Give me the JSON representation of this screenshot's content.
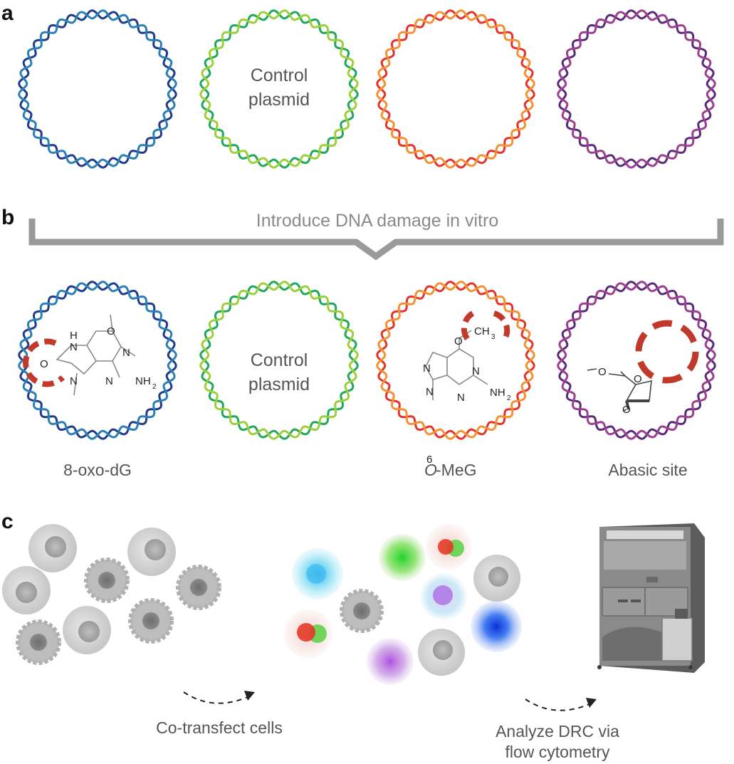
{
  "panels": {
    "a": "a",
    "b": "b",
    "c": "c"
  },
  "colors": {
    "blue": [
      "#1f3b8c",
      "#2a7fb5"
    ],
    "green": [
      "#1fa85a",
      "#9ccf3a"
    ],
    "red": [
      "#e6332a",
      "#f39234"
    ],
    "purple": [
      "#5a2a7a",
      "#9c3f8f"
    ],
    "damage_mark": "#c0392b",
    "bracket": "#9a9a9a"
  },
  "panel_a": {
    "plasmids": [
      {
        "color": "blue",
        "label": ""
      },
      {
        "color": "green",
        "label": "Control\nplasmid"
      },
      {
        "color": "red",
        "label": ""
      },
      {
        "color": "purple",
        "label": ""
      }
    ]
  },
  "panel_b": {
    "banner": "Introduce DNA damage in vitro",
    "control_label": "Control\nplasmid",
    "captions": {
      "oxo": "8-oxo-dG",
      "meg_main": "-MeG",
      "meg_italic": "O",
      "meg_sup": "6",
      "abasic": "Abasic site"
    },
    "oxo_atoms": {
      "o_top": "O",
      "h": "H",
      "n_h": "N",
      "n1": "N",
      "n3": "N",
      "n_bottom": "N",
      "nh2": "NH",
      "nh2_sub": "2",
      "o_left": "O"
    },
    "meg_atoms": {
      "o": "O",
      "ch3": "CH",
      "ch3_sub": "3",
      "n1": "N",
      "n2": "N",
      "n3": "N",
      "n4": "N",
      "nh2": "NH",
      "nh2_sub": "2"
    },
    "abasic_atoms": {
      "o1": "O",
      "o_ring": "O",
      "o2": "O"
    }
  },
  "panel_c": {
    "arrow1_label": "Co-transfect cells",
    "arrow2_label": "Analyze DRC via\nflow cytometry"
  }
}
